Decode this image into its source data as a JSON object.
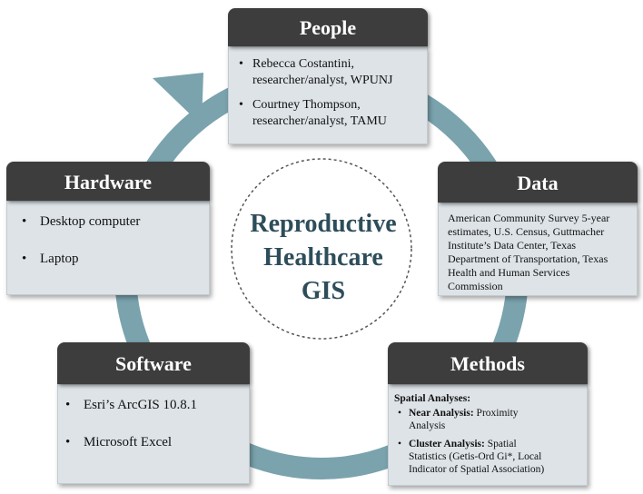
{
  "center": {
    "line1": "Reproductive",
    "line2": "Healthcare",
    "line3": "GIS"
  },
  "colors": {
    "cycle_arrow": "#7aa3ae",
    "card_header": "#3d3d3d",
    "card_body": "#dde3e7",
    "center_text": "#2e4d5a",
    "center_circle_border": "#555555"
  },
  "people": {
    "title": "People",
    "items": [
      {
        "line1": "Rebecca Costantini,",
        "line2": "researcher/analyst, WPUNJ"
      },
      {
        "line1": "Courtney Thompson,",
        "line2": "researcher/analyst, TAMU"
      }
    ]
  },
  "hardware": {
    "title": "Hardware",
    "items": [
      "Desktop computer",
      "Laptop"
    ]
  },
  "data": {
    "title": "Data",
    "lines": [
      "American Community Survey 5-year",
      "estimates, U.S. Census, Guttmacher",
      "Institute’s Data Center, Texas",
      "Department of Transportation, Texas",
      "Health and Human Services",
      "Commission"
    ]
  },
  "software": {
    "title": "Software",
    "items": [
      "Esri’s ArcGIS 10.8.1",
      "Microsoft Excel"
    ]
  },
  "methods": {
    "title": "Methods",
    "heading": "Spatial Analyses:",
    "items": [
      {
        "label": "Near Analysis:",
        "text1": " Proximity",
        "text2": "Analysis",
        "text3": ""
      },
      {
        "label": "Cluster Analysis:",
        "text1": " Spatial",
        "text2": "Statistics (Getis-Ord Gi*, Local",
        "text3": "Indicator of Spatial Association)"
      }
    ]
  }
}
